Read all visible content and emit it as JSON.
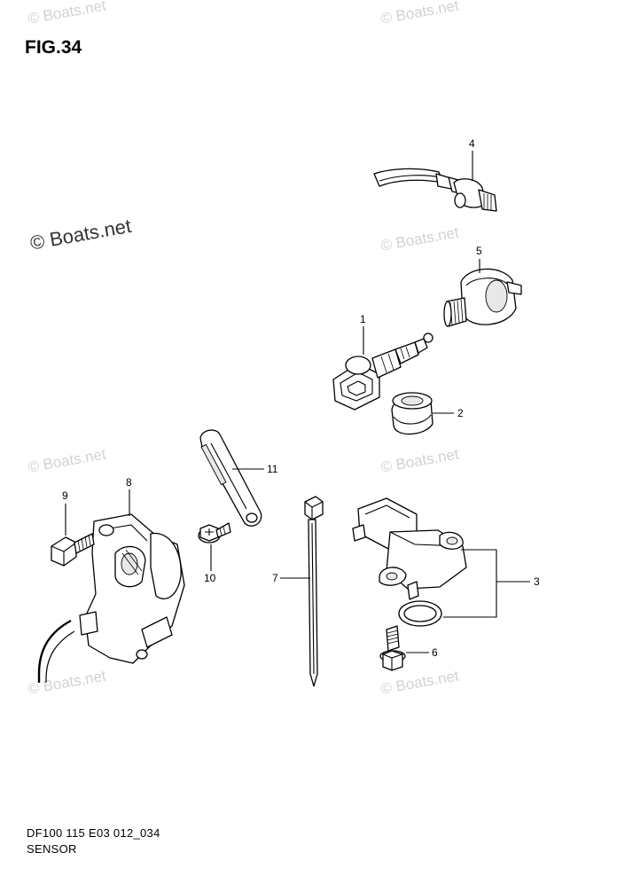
{
  "figure": {
    "title": "FIG.34",
    "model_code": "DF100 115 E03 012_034",
    "section": "SENSOR"
  },
  "watermarks": {
    "main": "© Boats.net",
    "repeat": "© Boats.net"
  },
  "callouts": [
    {
      "id": "c1",
      "label": "1"
    },
    {
      "id": "c2",
      "label": "2"
    },
    {
      "id": "c3",
      "label": "3"
    },
    {
      "id": "c4",
      "label": "4"
    },
    {
      "id": "c5",
      "label": "5"
    },
    {
      "id": "c6",
      "label": "6"
    },
    {
      "id": "c7",
      "label": "7"
    },
    {
      "id": "c8",
      "label": "8"
    },
    {
      "id": "c9",
      "label": "9"
    },
    {
      "id": "c10",
      "label": "10"
    },
    {
      "id": "c11",
      "label": "11"
    }
  ]
}
